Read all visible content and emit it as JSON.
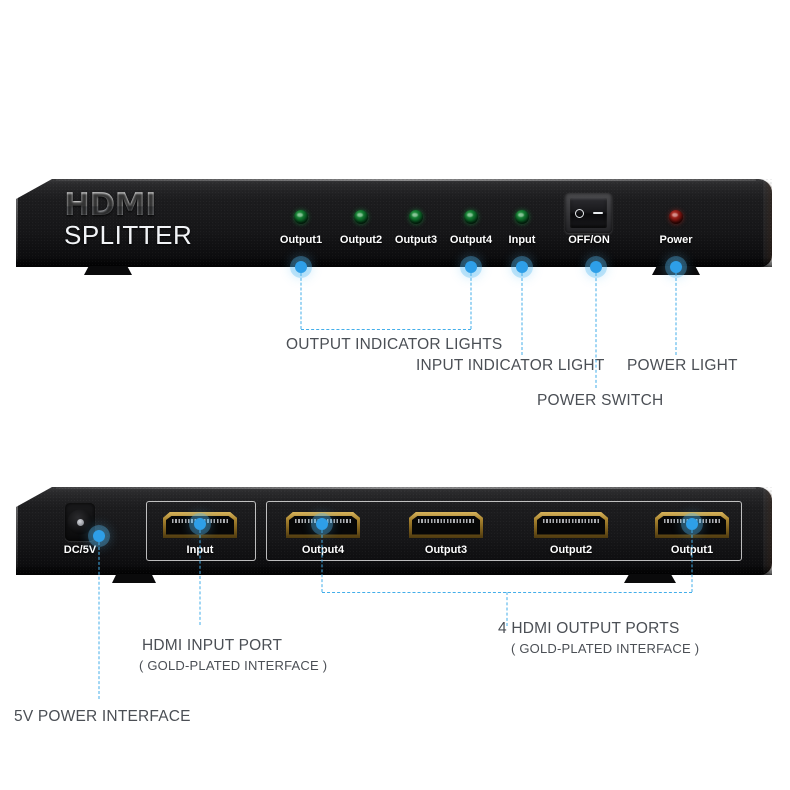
{
  "product": {
    "brand_line1": "HDMI",
    "brand_line2": "SPLITTER"
  },
  "front_panel": {
    "indicators": [
      {
        "label": "Output1",
        "color": "#117a30",
        "type": "green-led"
      },
      {
        "label": "Output2",
        "color": "#117a30",
        "type": "green-led"
      },
      {
        "label": "Output3",
        "color": "#117a30",
        "type": "green-led"
      },
      {
        "label": "Output4",
        "color": "#117a30",
        "type": "green-led"
      },
      {
        "label": "Input",
        "color": "#117a30",
        "type": "green-led"
      }
    ],
    "power_switch_label": "OFF/ON",
    "power_led_label": "Power",
    "power_led_color": "#8e1a14"
  },
  "rear_panel": {
    "dc_label": "DC/5V",
    "input_label": "Input",
    "outputs": [
      {
        "label": "Output4"
      },
      {
        "label": "Output3"
      },
      {
        "label": "Output2"
      },
      {
        "label": "Output1"
      }
    ]
  },
  "callouts": {
    "output_indicator_lights": "OUTPUT INDICATOR LIGHTS",
    "input_indicator_light": "INPUT INDICATOR LIGHT",
    "power_light": "POWER LIGHT",
    "power_switch": "POWER SWITCH",
    "hdmi_input_port": "HDMI INPUT PORT",
    "hdmi_input_port_sub": "( GOLD-PLATED INTERFACE )",
    "hdmi_output_ports": "4 HDMI OUTPUT PORTS",
    "hdmi_output_ports_sub": "( GOLD-PLATED INTERFACE )",
    "power_interface": "5V POWER INTERFACE"
  },
  "colors": {
    "accent": "#43aeea",
    "dot": "#2e9fe8",
    "text": "#4b4f55",
    "body": "#16161a",
    "gold": "#a8832f"
  }
}
